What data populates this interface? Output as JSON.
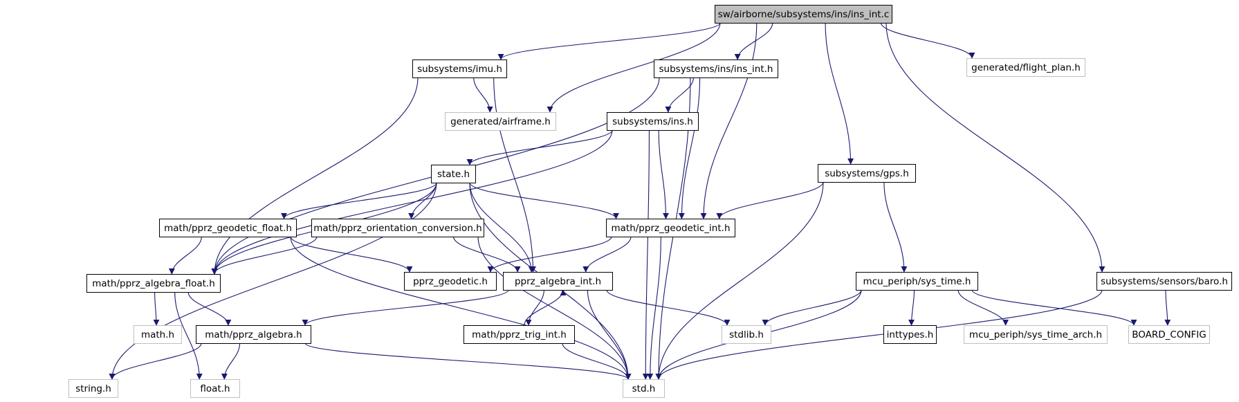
{
  "graph": {
    "nodes": [
      {
        "id": "ins_int_c",
        "label": "sw/airborne/subsystems/ins/ins_int.c",
        "style": "root"
      },
      {
        "id": "imu_h",
        "label": "subsystems/imu.h",
        "style": "solid"
      },
      {
        "id": "ins_int_h",
        "label": "subsystems/ins/ins_int.h",
        "style": "solid"
      },
      {
        "id": "flight_plan_h",
        "label": "generated/flight_plan.h",
        "style": "ext"
      },
      {
        "id": "airframe_h",
        "label": "generated/airframe.h",
        "style": "ext"
      },
      {
        "id": "ins_h",
        "label": "subsystems/ins.h",
        "style": "solid"
      },
      {
        "id": "state_h",
        "label": "state.h",
        "style": "solid"
      },
      {
        "id": "gps_h",
        "label": "subsystems/gps.h",
        "style": "solid"
      },
      {
        "id": "geodetic_float_h",
        "label": "math/pprz_geodetic_float.h",
        "style": "solid"
      },
      {
        "id": "orientation_h",
        "label": "math/pprz_orientation_conversion.h",
        "style": "solid"
      },
      {
        "id": "geodetic_int_h",
        "label": "math/pprz_geodetic_int.h",
        "style": "solid"
      },
      {
        "id": "algebra_float_h",
        "label": "math/pprz_algebra_float.h",
        "style": "solid"
      },
      {
        "id": "pprz_geodetic_h",
        "label": "pprz_geodetic.h",
        "style": "solid"
      },
      {
        "id": "algebra_int_h",
        "label": "pprz_algebra_int.h",
        "style": "solid"
      },
      {
        "id": "sys_time_h",
        "label": "mcu_periph/sys_time.h",
        "style": "solid"
      },
      {
        "id": "baro_h",
        "label": "subsystems/sensors/baro.h",
        "style": "solid"
      },
      {
        "id": "math_h",
        "label": "math.h",
        "style": "ext"
      },
      {
        "id": "algebra_h",
        "label": "math/pprz_algebra.h",
        "style": "solid"
      },
      {
        "id": "trig_int_h",
        "label": "math/pprz_trig_int.h",
        "style": "solid"
      },
      {
        "id": "stdlib_h",
        "label": "stdlib.h",
        "style": "ext"
      },
      {
        "id": "inttypes_h",
        "label": "inttypes.h",
        "style": "solid"
      },
      {
        "id": "sys_time_arch_h",
        "label": "mcu_periph/sys_time_arch.h",
        "style": "ext"
      },
      {
        "id": "board_config",
        "label": "BOARD_CONFIG",
        "style": "ext"
      },
      {
        "id": "string_h",
        "label": "string.h",
        "style": "ext"
      },
      {
        "id": "float_h",
        "label": "float.h",
        "style": "ext"
      },
      {
        "id": "std_h",
        "label": "std.h",
        "style": "ext"
      }
    ],
    "edges": [
      [
        "ins_int_c",
        "imu_h"
      ],
      [
        "ins_int_c",
        "airframe_h"
      ],
      [
        "ins_int_c",
        "ins_int_h"
      ],
      [
        "ins_int_c",
        "geodetic_int_h"
      ],
      [
        "ins_int_c",
        "gps_h"
      ],
      [
        "ins_int_c",
        "flight_plan_h"
      ],
      [
        "ins_int_c",
        "baro_h"
      ],
      [
        "imu_h",
        "airframe_h"
      ],
      [
        "imu_h",
        "algebra_float_h"
      ],
      [
        "imu_h",
        "algebra_int_h"
      ],
      [
        "ins_int_h",
        "ins_h"
      ],
      [
        "ins_int_h",
        "algebra_float_h"
      ],
      [
        "ins_int_h",
        "geodetic_int_h"
      ],
      [
        "ins_int_h",
        "std_h"
      ],
      [
        "ins_h",
        "state_h"
      ],
      [
        "ins_h",
        "algebra_float_h"
      ],
      [
        "ins_h",
        "geodetic_int_h"
      ],
      [
        "ins_h",
        "std_h"
      ],
      [
        "state_h",
        "geodetic_float_h"
      ],
      [
        "state_h",
        "orientation_h"
      ],
      [
        "state_h",
        "geodetic_int_h"
      ],
      [
        "state_h",
        "algebra_float_h"
      ],
      [
        "state_h",
        "algebra_int_h"
      ],
      [
        "state_h",
        "string_h"
      ],
      [
        "state_h",
        "std_h"
      ],
      [
        "gps_h",
        "geodetic_int_h"
      ],
      [
        "gps_h",
        "sys_time_h"
      ],
      [
        "gps_h",
        "std_h"
      ],
      [
        "geodetic_float_h",
        "algebra_float_h"
      ],
      [
        "geodetic_float_h",
        "pprz_geodetic_h"
      ],
      [
        "geodetic_float_h",
        "std_h"
      ],
      [
        "orientation_h",
        "algebra_float_h"
      ],
      [
        "orientation_h",
        "algebra_int_h"
      ],
      [
        "orientation_h",
        "std_h"
      ],
      [
        "geodetic_int_h",
        "pprz_geodetic_h"
      ],
      [
        "geodetic_int_h",
        "algebra_int_h"
      ],
      [
        "geodetic_int_h",
        "std_h"
      ],
      [
        "algebra_float_h",
        "math_h"
      ],
      [
        "algebra_float_h",
        "algebra_h"
      ],
      [
        "algebra_float_h",
        "float_h"
      ],
      [
        "algebra_int_h",
        "algebra_h"
      ],
      [
        "algebra_int_h",
        "trig_int_h"
      ],
      [
        "algebra_int_h",
        "stdlib_h"
      ],
      [
        "algebra_int_h",
        "std_h"
      ],
      [
        "trig_int_h",
        "algebra_int_h"
      ],
      [
        "trig_int_h",
        "std_h"
      ],
      [
        "algebra_h",
        "string_h"
      ],
      [
        "algebra_h",
        "float_h"
      ],
      [
        "algebra_h",
        "std_h"
      ],
      [
        "sys_time_h",
        "stdlib_h"
      ],
      [
        "sys_time_h",
        "inttypes_h"
      ],
      [
        "sys_time_h",
        "sys_time_arch_h"
      ],
      [
        "sys_time_h",
        "board_config"
      ],
      [
        "sys_time_h",
        "std_h"
      ],
      [
        "baro_h",
        "board_config"
      ],
      [
        "baro_h",
        "std_h"
      ]
    ]
  }
}
